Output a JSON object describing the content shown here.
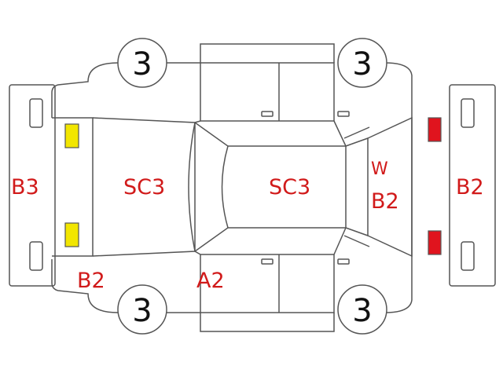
{
  "diagram": {
    "marker_colors": {
      "yellow": "#f2e600",
      "red": "#e0141e",
      "label": "#d11a1a"
    },
    "wheels": [
      {
        "value": "3"
      },
      {
        "value": "3"
      },
      {
        "value": "3"
      },
      {
        "value": "3"
      }
    ],
    "labels": {
      "front_bumper": "B3",
      "rear_bumper": "B2",
      "hood": "SC3",
      "roof": "SC3",
      "rear_glass_w": "W",
      "rear_glass_b2": "B2",
      "front_left_corner": "B2",
      "pillar": "A2"
    }
  }
}
